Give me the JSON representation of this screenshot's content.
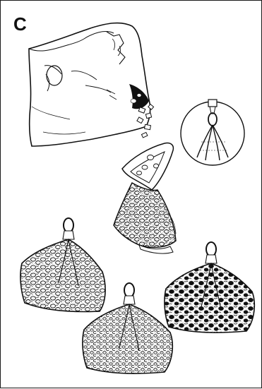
{
  "figure": {
    "panel_letter": "C",
    "parts": [
      {
        "name": "paper-bag-with-pieces",
        "icon": "bag-icon"
      },
      {
        "name": "hanging-loop-detail",
        "icon": "loop-detail-icon"
      },
      {
        "name": "net-bag-being-filled",
        "icon": "net-bag-icon"
      },
      {
        "name": "filled-net-bag",
        "icon": "net-bag-icon"
      },
      {
        "name": "filled-net-bag-dark",
        "icon": "net-bag-icon"
      }
    ],
    "colors": {
      "ink": "#111111",
      "background": "#ffffff"
    }
  }
}
